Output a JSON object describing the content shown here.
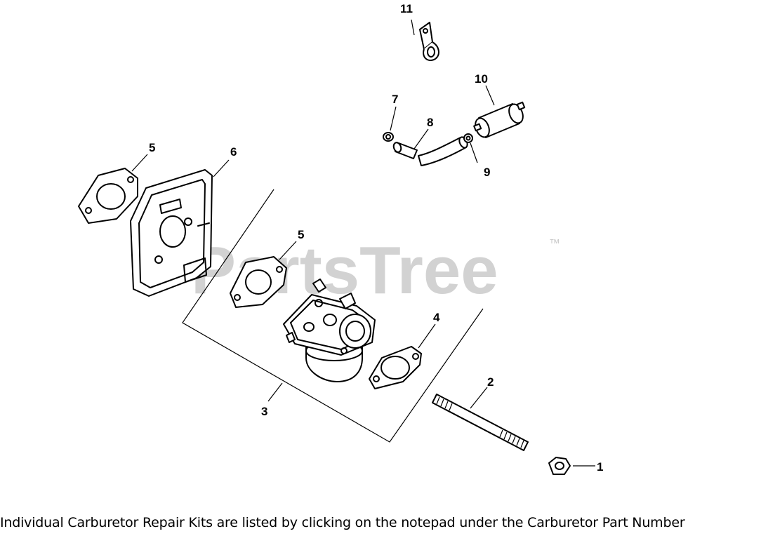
{
  "watermark": {
    "text": "PartsTree",
    "trademark": "™"
  },
  "callouts": {
    "c1": "1",
    "c2": "2",
    "c3": "3",
    "c4": "4",
    "c5a": "5",
    "c5b": "5",
    "c6": "6",
    "c7": "7",
    "c8": "8",
    "c9": "9",
    "c10": "10",
    "c11": "11"
  },
  "caption": "Individual Carburetor Repair Kits are listed by clicking on the notepad under the Carburetor Part Number"
}
